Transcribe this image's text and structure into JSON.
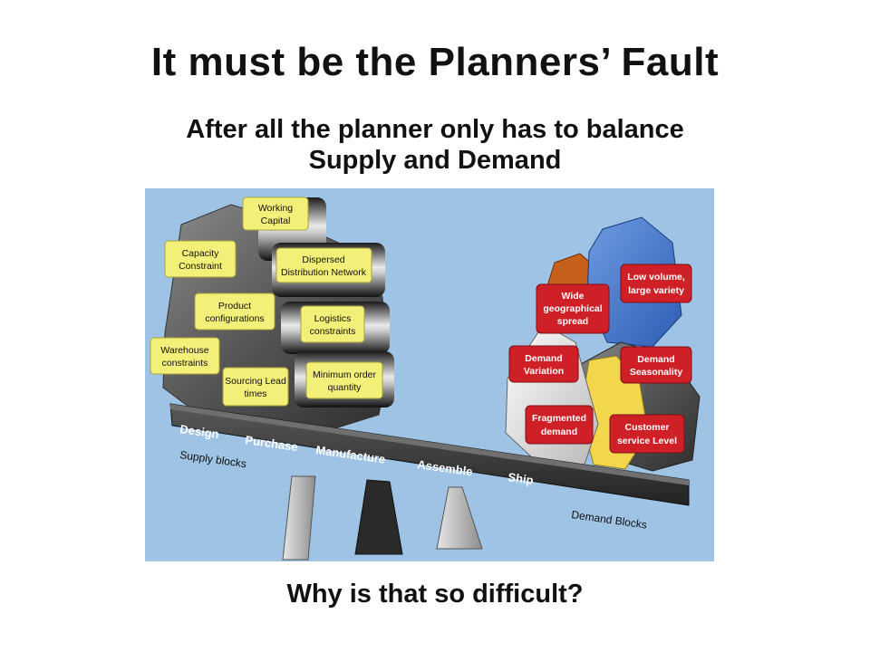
{
  "slide": {
    "title": "It must be the Planners’ Fault",
    "subtitle_line1": "After all the planner only has to balance",
    "subtitle_line2": "Supply and Demand",
    "footer": "Why is that so difficult?"
  },
  "diagram": {
    "supply_labels": {
      "working_capital": [
        "Working",
        "Capital"
      ],
      "capacity_constraint": [
        "Capacity",
        "Constraint"
      ],
      "dispersed_distribution": [
        "Dispersed",
        "Distribution Network"
      ],
      "product_configurations": [
        "Product",
        "configurations"
      ],
      "logistics_constraints": [
        "Logistics",
        "constraints"
      ],
      "warehouse_constraints": [
        "Warehouse",
        "constraints"
      ],
      "minimum_order_quantity": [
        "Minimum order",
        "quantity"
      ],
      "sourcing_lead_times": [
        "Sourcing Lead",
        "times"
      ]
    },
    "demand_labels": {
      "wide_geographical_spread": [
        "Wide",
        "geographical",
        "spread"
      ],
      "low_volume_large_variety": [
        "Low volume,",
        "large variety"
      ],
      "demand_variation": [
        "Demand",
        "Variation"
      ],
      "demand_seasonality": [
        "Demand",
        "Seasonality"
      ],
      "fragmented_demand": [
        "Fragmented",
        "demand"
      ],
      "customer_service_level": [
        "Customer",
        "service Level"
      ]
    },
    "plank_stages": {
      "design": "Design",
      "purchase": "Purchase",
      "manufacture": "Manufacture",
      "assemble": "Assemble",
      "ship": "Ship"
    },
    "supply_blocks_label": "Supply blocks",
    "demand_blocks_label": "Demand Blocks",
    "colors": {
      "background": "#9fc3e4",
      "supply_label": "#f3f07a",
      "demand_label": "#cf2027",
      "plank": "#3b3b3b"
    }
  }
}
